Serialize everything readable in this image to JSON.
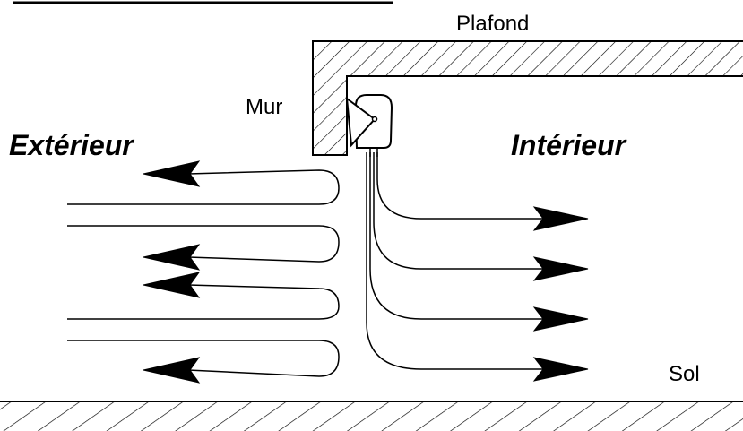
{
  "labels": {
    "ceiling": "Plafond",
    "wall": "Mur",
    "outside": "Extérieur",
    "inside": "Intérieur",
    "floor": "Sol"
  },
  "colors": {
    "ink": "#000000",
    "background": "#ffffff"
  }
}
